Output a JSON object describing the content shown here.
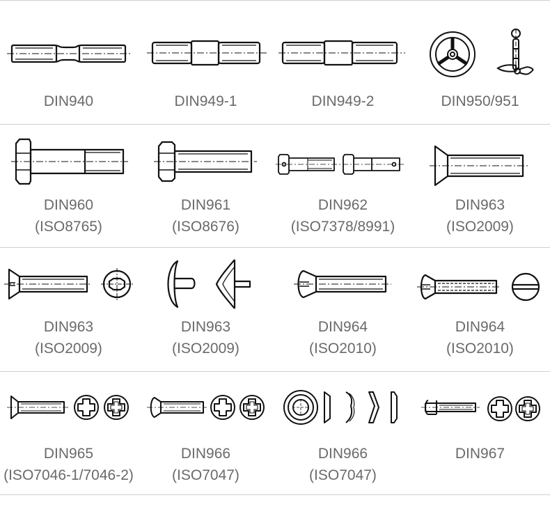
{
  "rows": [
    [
      {
        "icon": "stud-bolt-icon",
        "line1": "DIN940",
        "line2": ""
      },
      {
        "icon": "stud-bolt-icon",
        "line1": "DIN949-1",
        "line2": ""
      },
      {
        "icon": "stud-bolt-icon",
        "line1": "DIN949-2",
        "line2": ""
      },
      {
        "icon": "handwheel-icon",
        "line1": "DIN950/951",
        "line2": ""
      }
    ],
    [
      {
        "icon": "hex-bolt-icon",
        "line1": "DIN960",
        "line2": "(ISO8765)"
      },
      {
        "icon": "hex-bolt-icon",
        "line1": "DIN961",
        "line2": "(ISO8676)"
      },
      {
        "icon": "hex-bolt-pair-icon",
        "line1": "DIN962",
        "line2": "(ISO7378/8991)"
      },
      {
        "icon": "countersunk-screw-icon",
        "line1": "DIN963",
        "line2": "(ISO2009)"
      }
    ],
    [
      {
        "icon": "countersunk-slotted-screw-icon",
        "line1": "DIN963",
        "line2": "(ISO2009)"
      },
      {
        "icon": "dome-head-screw-icon",
        "line1": "DIN963",
        "line2": "(ISO2009)"
      },
      {
        "icon": "raised-countersunk-screw-icon",
        "line1": "DIN964",
        "line2": "(ISO2010)"
      },
      {
        "icon": "raised-countersunk-slotted-screw-icon",
        "line1": "DIN964",
        "line2": "(ISO2010)"
      }
    ],
    [
      {
        "icon": "countersunk-phillips-screw-icon",
        "line1": "DIN965",
        "line2": "(ISO7046-1/7046-2)"
      },
      {
        "icon": "raised-countersunk-phillips-screw-icon",
        "line1": "DIN966",
        "line2": "(ISO7047)"
      },
      {
        "icon": "washer-variants-icon",
        "line1": "DIN966",
        "line2": "(ISO7047)"
      },
      {
        "icon": "pan-head-phillips-screw-icon",
        "line1": "DIN967",
        "line2": ""
      }
    ]
  ]
}
